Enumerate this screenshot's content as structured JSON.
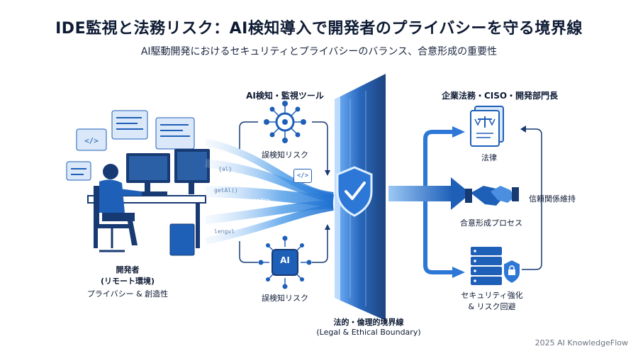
{
  "header": {
    "title": "IDE監視と法務リスク：AI検知導入で開発者のプライバシーを守る境界線",
    "subtitle": "AI駆動開発におけるセキュリティとプライバシーのバランス、合意形成の重要性"
  },
  "developer": {
    "label_line1": "開発者",
    "label_line2": "(リモート環境)",
    "label_line3": "プライバシー & 創造性"
  },
  "ai_tools": {
    "heading": "AI検知・監視ツール",
    "top_label": "誤検知リスク",
    "bottom_label": "誤検知リスク",
    "chip_text": "AI"
  },
  "stream_snippets": [
    "</>",
    "<code>",
    "getAl()",
    "{al}",
    "lengvl"
  ],
  "boundary": {
    "label_line1": "法的・倫理的境界線",
    "label_line2": "(Legal & Ethical Boundary)"
  },
  "stakeholders": {
    "heading": "企業法務・CISO・開発部門長",
    "law_label": "法律",
    "consensus_label": "合意形成プロセス",
    "trust_label": "信頼関係維持",
    "security_label_line1": "セキュリティ強化",
    "security_label_line2": "& リスク回避"
  },
  "footer": {
    "credit": "2025 AI KnowledgeFlow"
  },
  "colors": {
    "primary": "#1e5fb8",
    "dark": "#173a73",
    "light": "#dbe8fa",
    "glow": "#7fc4ff"
  }
}
